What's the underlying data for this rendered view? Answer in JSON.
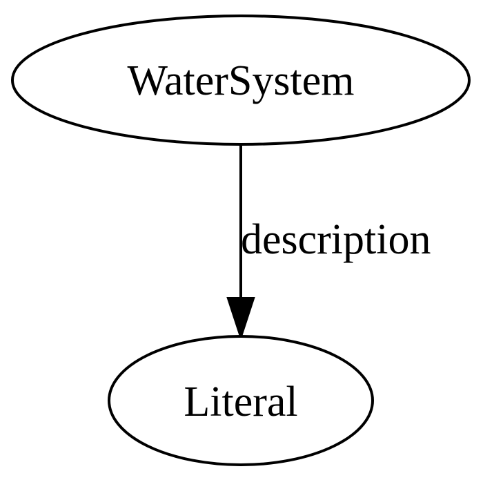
{
  "diagram": {
    "nodes": [
      {
        "id": "water-system",
        "label": "WaterSystem"
      },
      {
        "id": "literal",
        "label": "Literal"
      }
    ],
    "edges": [
      {
        "from": "water-system",
        "to": "literal",
        "label": "description"
      }
    ]
  }
}
